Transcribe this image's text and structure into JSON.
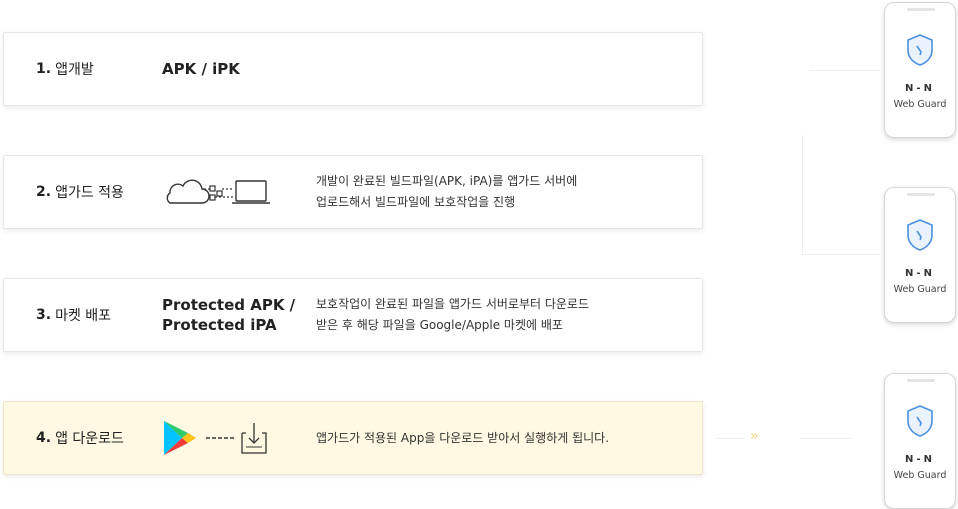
{
  "steps": [
    {
      "num": "1.",
      "label": "앱개발",
      "title": "APK / iPK",
      "desc": []
    },
    {
      "num": "2.",
      "label": "앱가드 적용",
      "title": "",
      "desc": [
        "개발이 완료된 빌드파일(APK, iPA)를 앱가드 서버에",
        "업로드해서 빌드파일에 보호작업을 진행"
      ]
    },
    {
      "num": "3.",
      "label": "마켓 배포",
      "title": "Protected APK /",
      "title2": "Protected iPA",
      "desc": [
        "보호작업이 완료된 파일을 앱가드 서버로부터 다운로드",
        "받은 후 해당 파일을 Google/Apple 마켓에 배포"
      ]
    },
    {
      "num": "4.",
      "label": "앱 다운로드",
      "title": "",
      "desc": [
        "앱가드가 적용된 App을 다운로드 받아서 실행하게 됩니다."
      ]
    }
  ],
  "phones": [
    {
      "logo": "N-N",
      "caption": "Web Guard"
    },
    {
      "logo": "N-N",
      "caption": "Web Guard"
    },
    {
      "logo": "N-N",
      "caption": "Web Guard"
    }
  ],
  "colors": {
    "highlight": "#fff8e2",
    "shield": "#4a90e2",
    "logo_dash": "#e03030"
  },
  "icons": [
    "cloud-upload-icon",
    "laptop-icon",
    "google-play-icon",
    "download-box-icon",
    "shield-icon",
    "double-chevron-icon"
  ]
}
